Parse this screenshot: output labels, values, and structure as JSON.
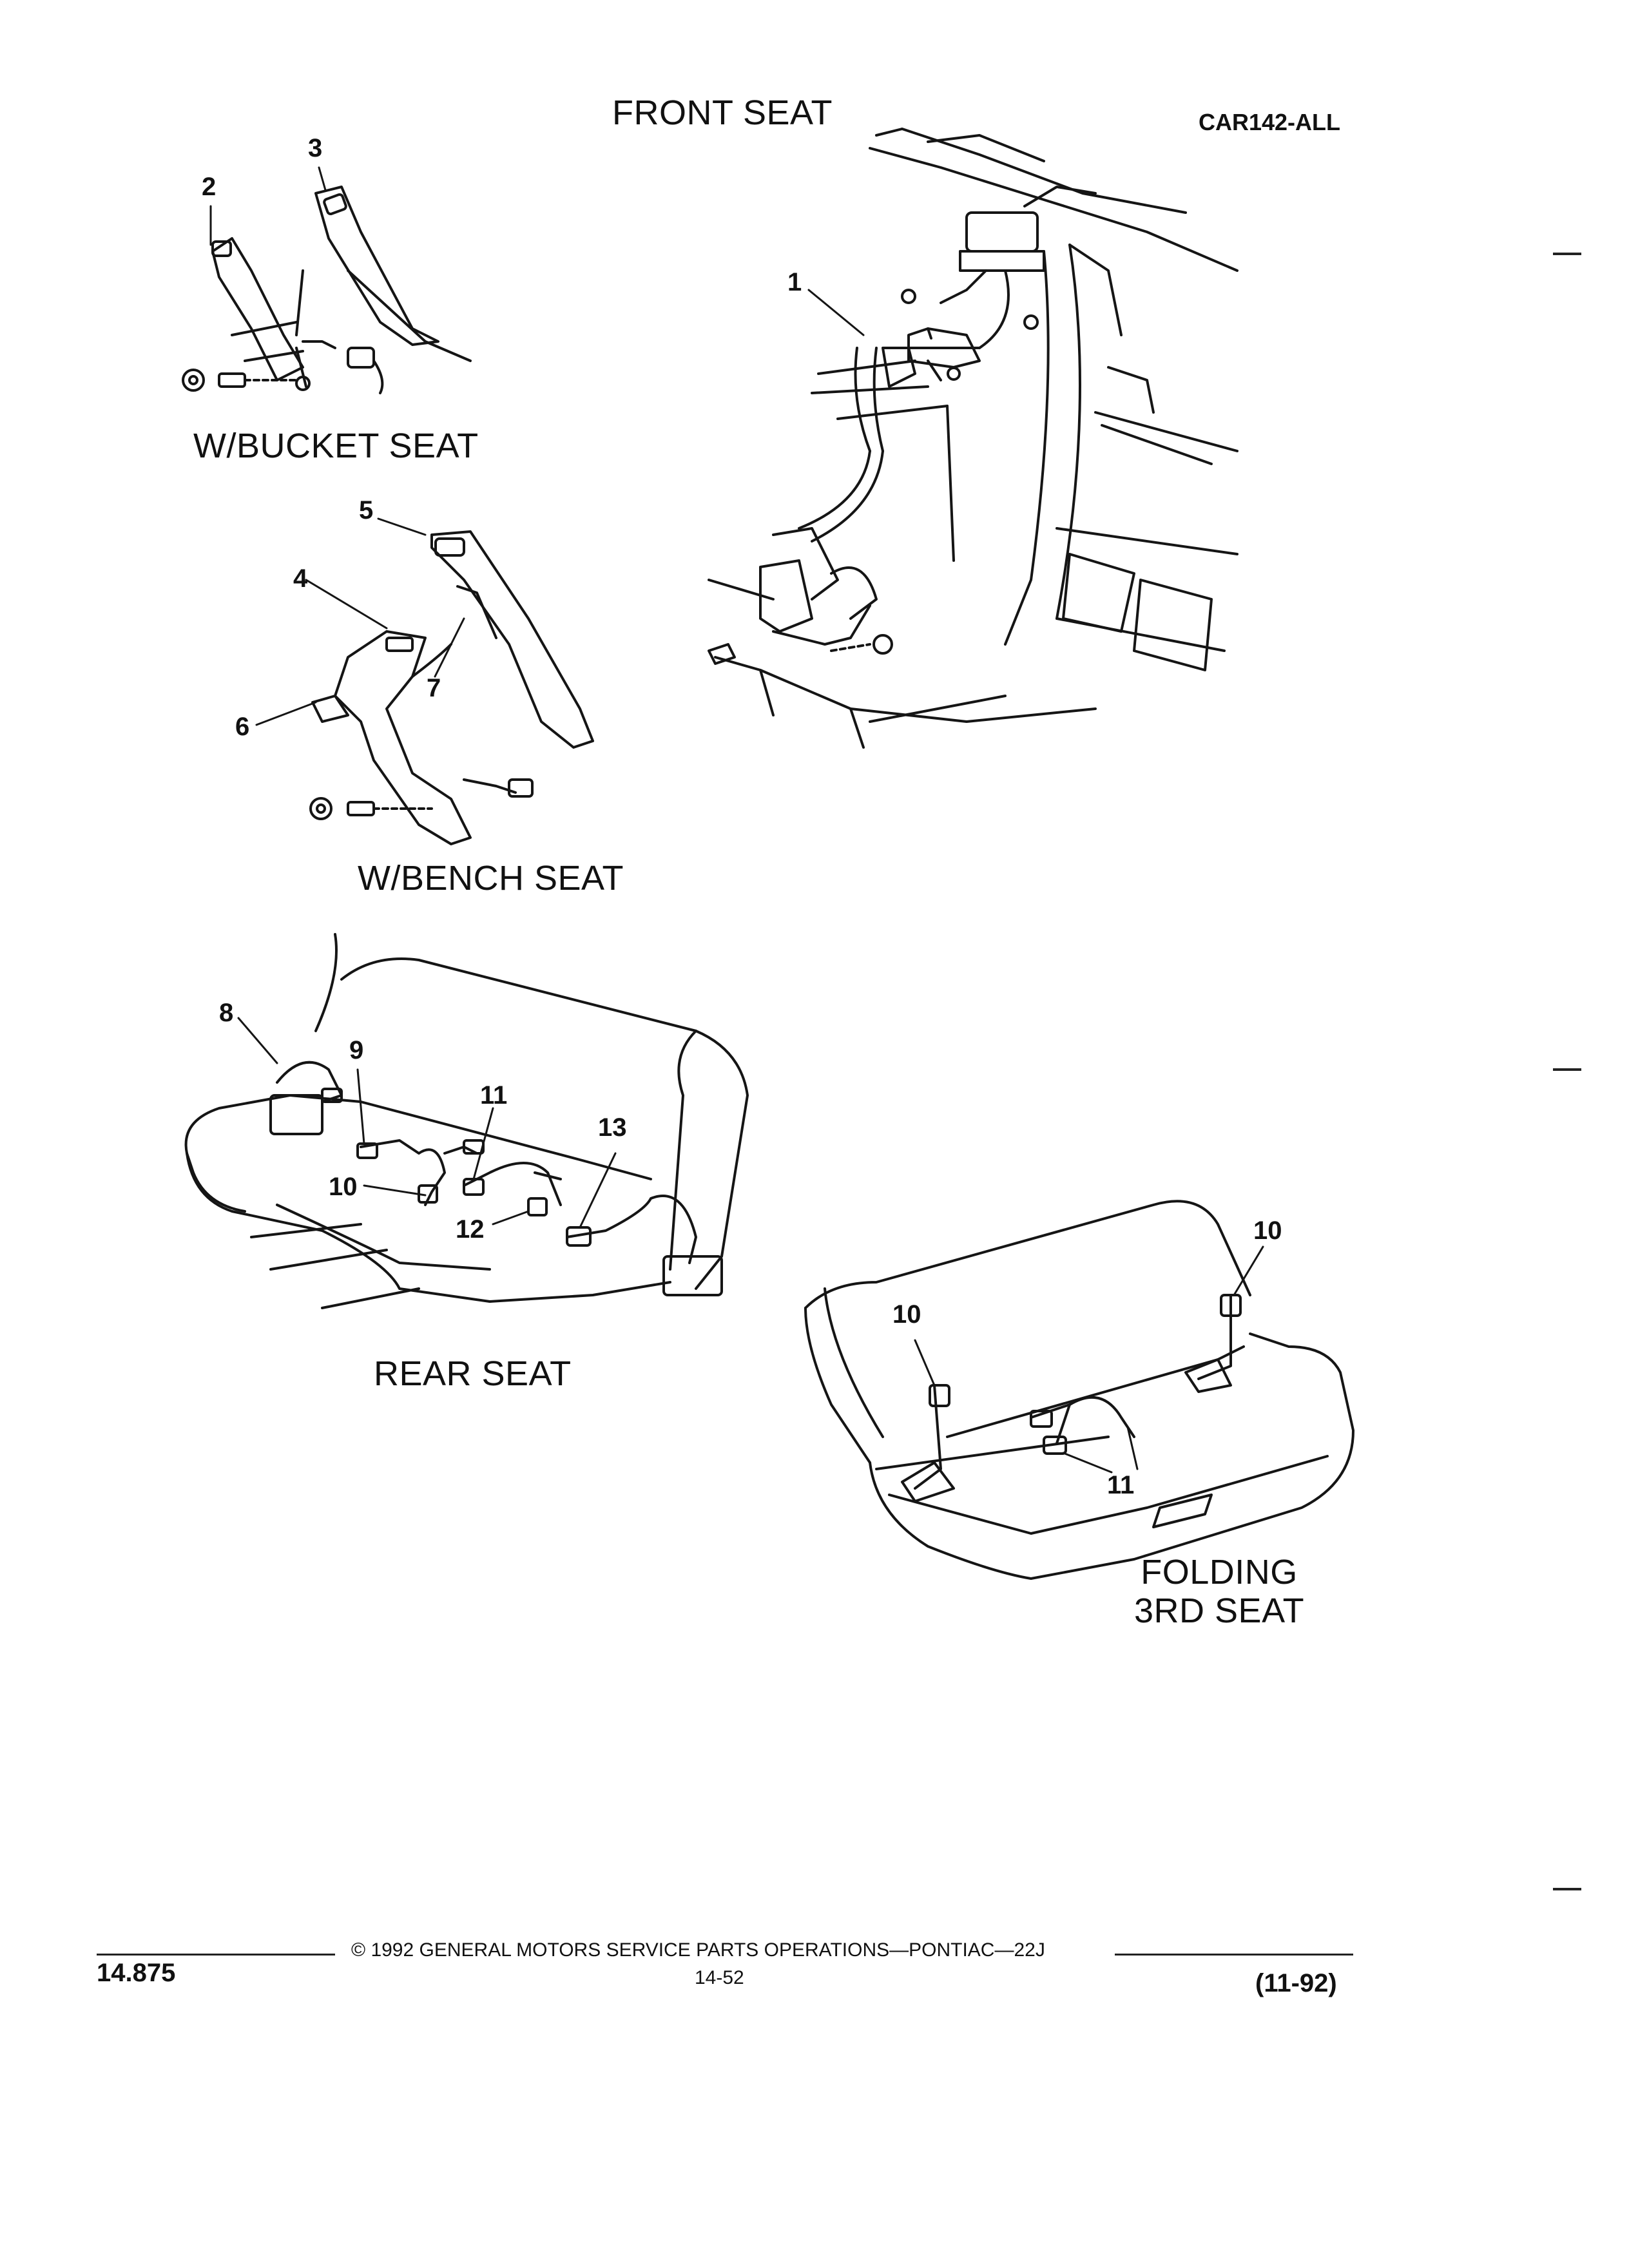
{
  "header": {
    "title": "FRONT SEAT",
    "code": "CAR142-ALL"
  },
  "captions": {
    "bucket": "W/BUCKET SEAT",
    "bench": "W/BENCH SEAT",
    "rear": "REAR SEAT",
    "folding_line1": "FOLDING",
    "folding_line2": "3RD SEAT"
  },
  "callouts": {
    "c1": "1",
    "c2": "2",
    "c3": "3",
    "c4": "4",
    "c5": "5",
    "c6": "6",
    "c7": "7",
    "c8": "8",
    "c9": "9",
    "c10a": "10",
    "c11a": "11",
    "c12": "12",
    "c13": "13",
    "c10b": "10",
    "c10c": "10",
    "c11b": "11"
  },
  "footer": {
    "section": "14.875",
    "copyright": "©  1992  GENERAL MOTORS SERVICE PARTS OPERATIONS—PONTIAC—22J",
    "page": "14-52",
    "date": "(11-92)"
  }
}
